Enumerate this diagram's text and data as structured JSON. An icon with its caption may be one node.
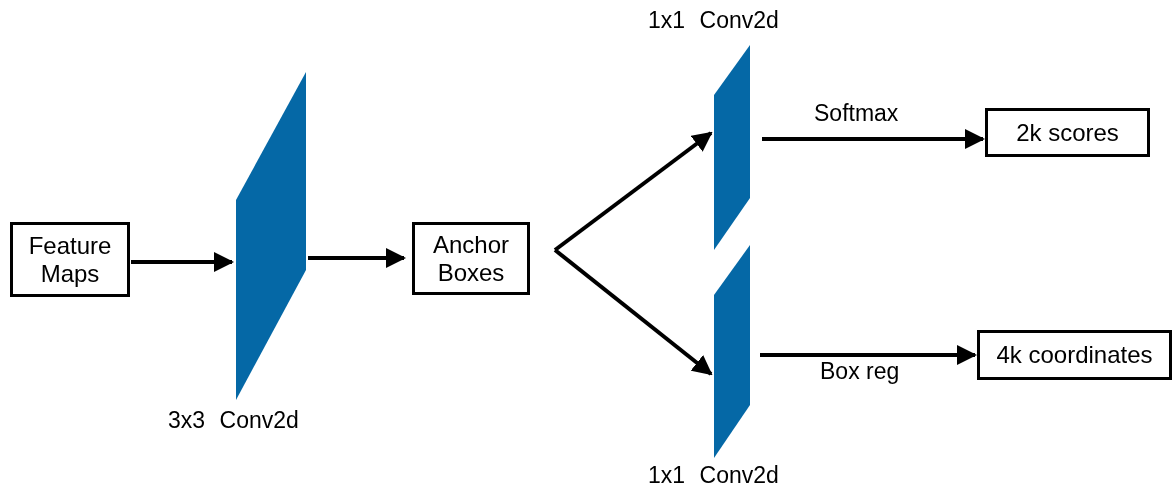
{
  "diagram": {
    "nodes": [
      {
        "text": [
          "Feature Maps"
        ]
      },
      {
        "text": [
          "3x3 Conv2d"
        ]
      },
      {
        "text": [
          "Anchor Boxes"
        ]
      },
      {
        "text": [
          "1x1 Conv2d"
        ]
      },
      {
        "text": [
          "1x1 Conv2d"
        ]
      },
      {
        "text": [
          "2k scores"
        ]
      },
      {
        "text": [
          "4k coordinates"
        ]
      }
    ],
    "edges": [
      {
        "from": 0,
        "to": 1,
        "arrow": "to"
      },
      {
        "from": 1,
        "to": 2,
        "arrow": "to"
      },
      {
        "from": 2,
        "to": 3,
        "arrow": "to"
      },
      {
        "from": 2,
        "to": 4,
        "arrow": "to"
      },
      {
        "from": 3,
        "to": 5,
        "arrow": "to",
        "label": "Softmax"
      },
      {
        "from": 4,
        "to": 6,
        "arrow": "to",
        "label": "Box reg"
      }
    ]
  }
}
